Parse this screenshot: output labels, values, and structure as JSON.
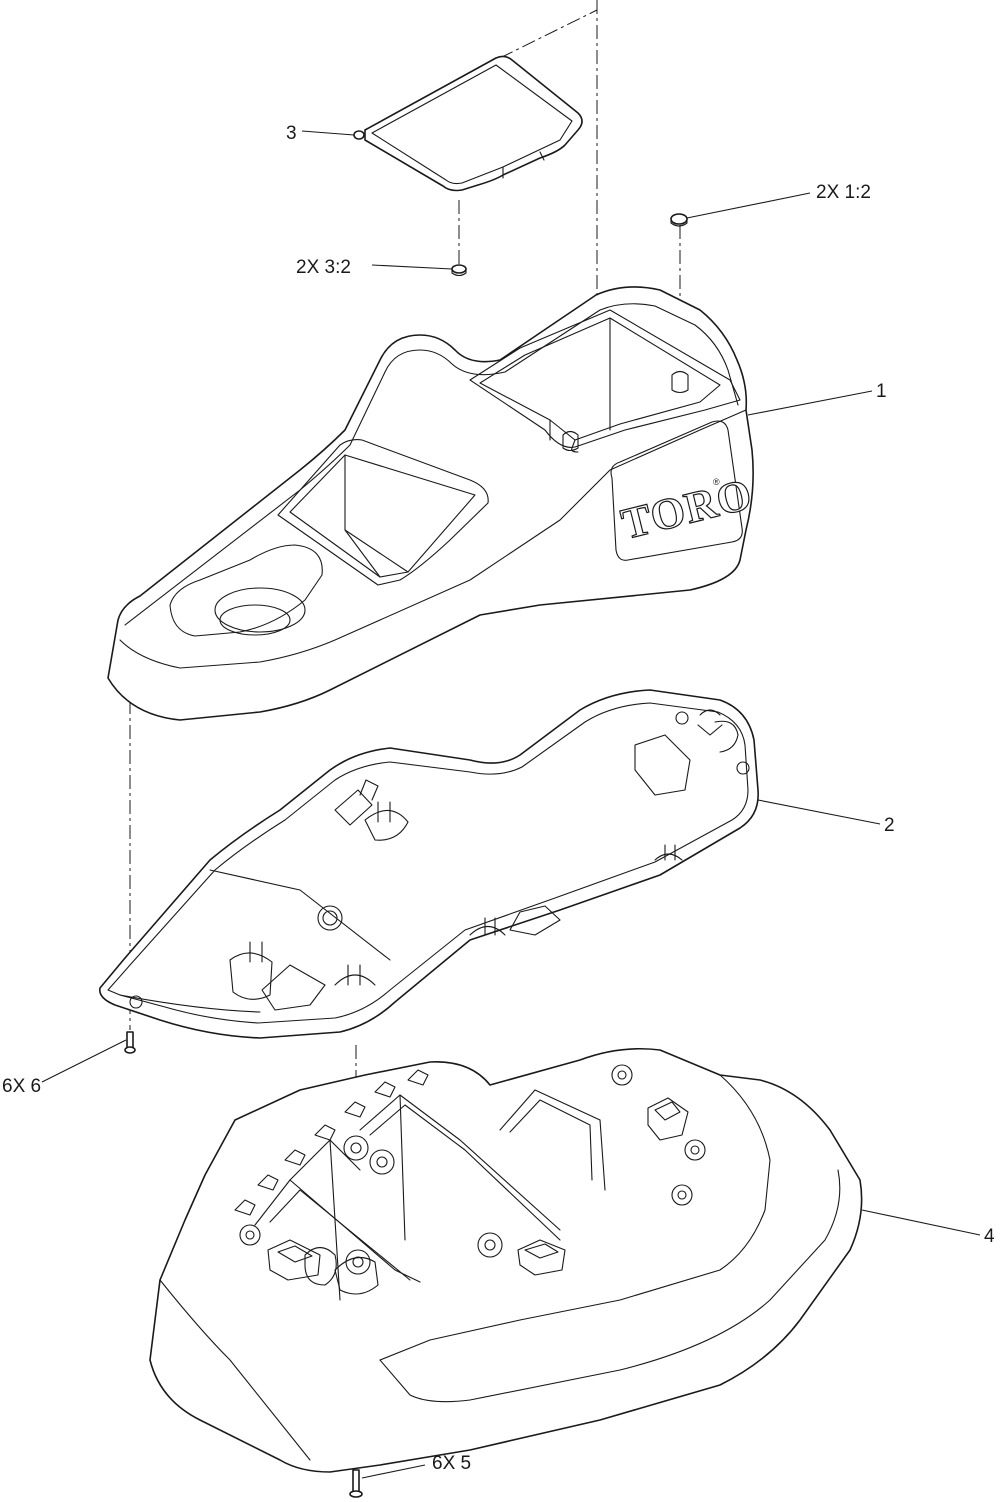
{
  "callouts": {
    "item_3": "3",
    "item_1_2": "2X 1:2",
    "item_3_2": "2X 3:2",
    "item_1": "1",
    "item_2": "2",
    "item_6": "6X 6",
    "item_4": "4",
    "item_5": "6X 5"
  },
  "logo": {
    "text": "TORO",
    "mark": "®"
  }
}
